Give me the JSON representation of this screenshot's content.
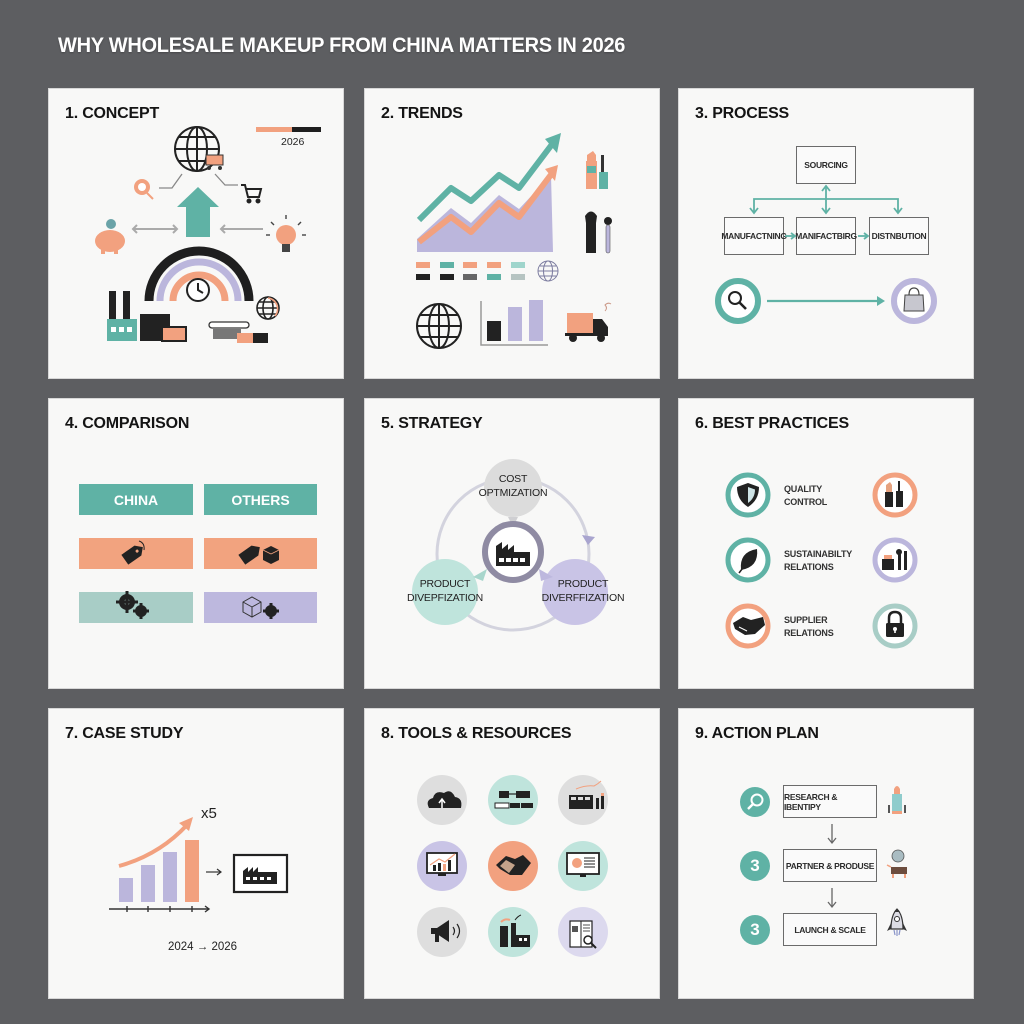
{
  "title": "WHY WHOLESALE MAKEUP FROM CHINA MATTERS IN 2026",
  "colors": {
    "background": "#5d5e61",
    "panel": "#f8f8f7",
    "teal": "#5fb2a5",
    "coral": "#f2a17f",
    "lavender": "#bbb6dc",
    "dark": "#1f1f1f",
    "light_grey": "#dcdcdc",
    "mint": "#bfe4dc"
  },
  "panels": [
    {
      "title": "1. CONCEPT",
      "year_label": "2026",
      "icons": [
        "globe-cart-icon",
        "money-magnifier-icon",
        "shopping-cart-icon",
        "piggy-bank-icon",
        "lightbulb-icon",
        "up-arrow-icon",
        "arc-gauge-icon",
        "clock-icon",
        "factory-icon",
        "warehouse-icon",
        "globe-icon",
        "cosmetics-icon"
      ]
    },
    {
      "title": "2. TRENDS",
      "icons": [
        "trend-lines-icon",
        "lipstick-icon",
        "brush-icon",
        "swatches-icon",
        "globe-icon",
        "bar-chart-icon",
        "delivery-truck-icon"
      ],
      "swatches": {
        "top": [
          "#f2a17f",
          "#5fb2a5",
          "#f2a17f",
          "#f2a17f",
          "#9fd5cc"
        ],
        "bottom": [
          "#222222",
          "#222222",
          "#666666",
          "#5fb2a5",
          "#b6c4c2"
        ]
      }
    },
    {
      "title": "3. PROCESS",
      "top_box": "SOURCING",
      "boxes": [
        "MANUFACTNING",
        "MANIFACTBIRG",
        "DISTNBUTION"
      ],
      "icons": [
        "search-icon",
        "shopping-bag-icon"
      ]
    },
    {
      "title": "4. COMPARISON",
      "headers": [
        "CHINA",
        "OTHERS"
      ],
      "rows": [
        {
          "left_icon": "price-tag-icon",
          "right_icon": "price-tag-box-icon",
          "left_color": "#f2a37f",
          "right_color": "#f2a37f"
        },
        {
          "left_icon": "gears-icon",
          "right_icon": "box-gear-icon",
          "left_color": "#a8cdc6",
          "right_color": "#bdb8de"
        }
      ]
    },
    {
      "title": "5. STRATEGY",
      "nodes": [
        {
          "label_line1": "COST",
          "label_line2": "OPTMIZATION"
        },
        {
          "label_line1": "PRODUCT",
          "label_line2": "DIVEPFIZATION"
        },
        {
          "label_line1": "PRODUCT",
          "label_line2": "DIVERFFIZATION"
        }
      ],
      "center_icon": "factory-icon"
    },
    {
      "title": "6. BEST PRACTICES",
      "items": [
        {
          "line1": "QUALITY",
          "line2": "CONTROL",
          "icon": "shield-icon",
          "right_icon": "lipstick-icon"
        },
        {
          "line1": "SUSTAINABILTY",
          "line2": "RELATIONS",
          "icon": "leaf-icon",
          "right_icon": "makeup-kit-icon"
        },
        {
          "line1": "SUPPLIER",
          "line2": "RELATIONS",
          "icon": "handshake-icon",
          "right_icon": "lock-icon"
        }
      ]
    },
    {
      "title": "7. CASE STUDY",
      "multiplier": "x5",
      "period": "2024 → 2026",
      "icons": [
        "growth-bars-icon",
        "factory-icon"
      ]
    },
    {
      "title": "8. TOOLS & RESOURCES",
      "tools": [
        "cloud-upload-icon",
        "workflow-icon",
        "factory-makeup-icon",
        "analytics-monitor-icon",
        "handshake-icon",
        "presentation-monitor-icon",
        "megaphone-icon",
        "factory-icon",
        "catalog-search-icon"
      ]
    },
    {
      "title": "9. ACTION PLAN",
      "steps": [
        {
          "marker": "",
          "label": "RESEARCH & IBENTIPY",
          "icon": "lipstick-icon"
        },
        {
          "marker": "3",
          "label": "PARTNER & PRODUSE",
          "icon": "globe-cart-icon"
        },
        {
          "marker": "3",
          "label": "LAUNCH & SCALE",
          "icon": "rocket-icon"
        }
      ]
    }
  ]
}
